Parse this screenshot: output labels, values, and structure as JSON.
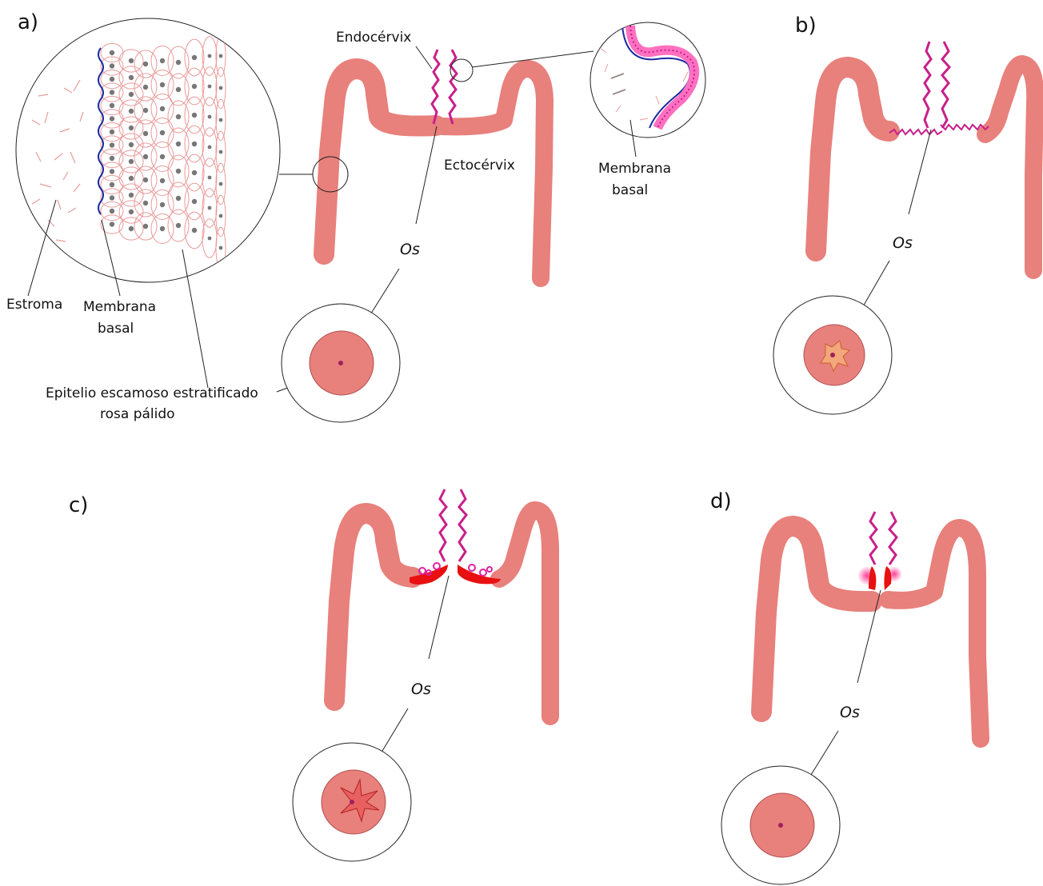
{
  "colors": {
    "tissue": "#e8807c",
    "tissue_light": "#f0a3a0",
    "epithelium": "#c8208a",
    "lesion": "#e81010",
    "cell_outline": "#e99a9a",
    "nucleus": "#777777",
    "basement": "#1a2aa0"
  },
  "panels": {
    "a": {
      "label": "a)"
    },
    "b": {
      "label": "b)"
    },
    "c": {
      "label": "c)"
    },
    "d": {
      "label": "d)"
    }
  },
  "labels": {
    "endocervix": "Endocérvix",
    "ectocervix": "Ectocérvix",
    "os": "Os",
    "stroma": "Estroma",
    "membrane_line1": "Membrana",
    "membrane_line2": "basal",
    "epithelium_line1": "Epitelio escamoso estratificado",
    "epithelium_line2": "rosa pálido"
  }
}
